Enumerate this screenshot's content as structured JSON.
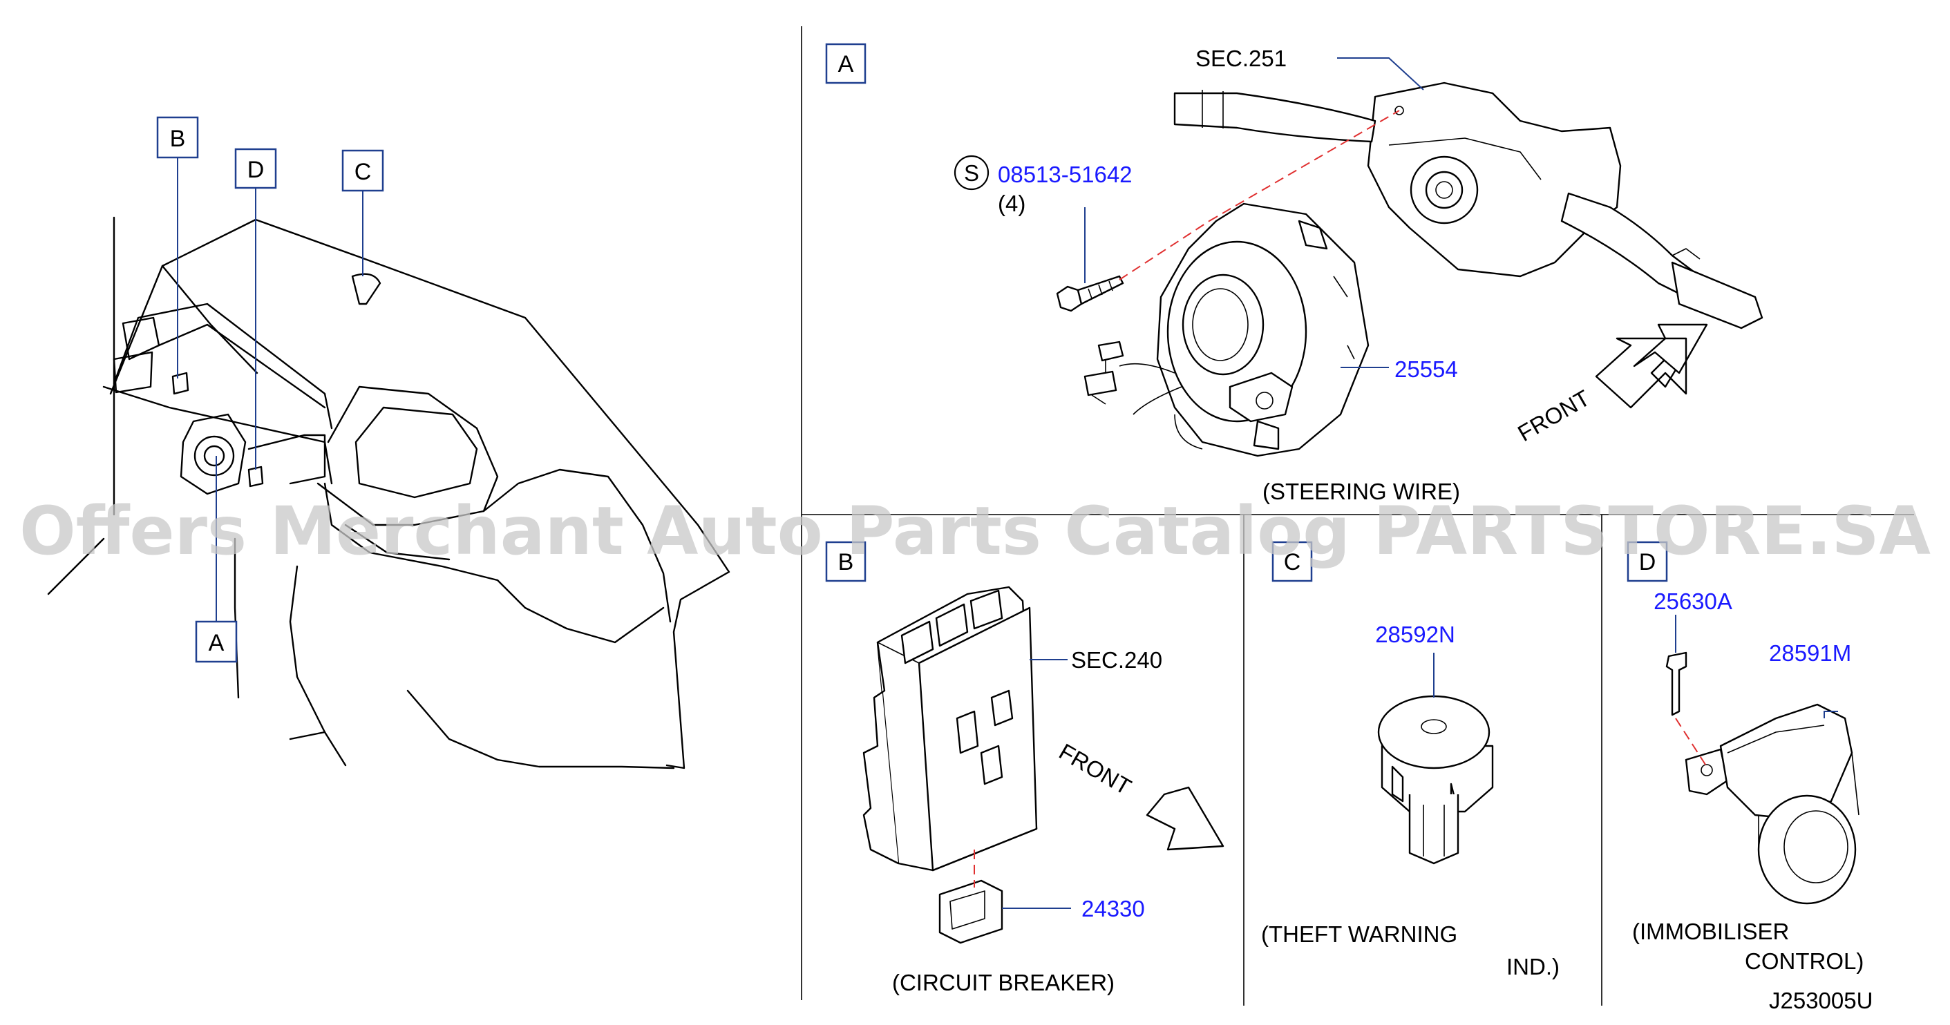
{
  "watermark": "Offers Merchant Auto Parts Catalog PARTSTORE.SA",
  "diagram_code": "J253005U",
  "overview": {
    "callouts": [
      "B",
      "D",
      "C",
      "A"
    ]
  },
  "panel_a": {
    "tag": "A",
    "sec_ref": "SEC.251",
    "screw_symbol": "S",
    "screw_part": "08513-51642",
    "screw_qty": "(4)",
    "clock_spring_part": "25554",
    "front_label": "FRONT",
    "caption": "(STEERING  WIRE)"
  },
  "panel_b": {
    "tag": "B",
    "sec_ref": "SEC.240",
    "front_label": "FRONT",
    "breaker_part": "24330",
    "caption": "(CIRCUIT  BREAKER)"
  },
  "panel_c": {
    "tag": "C",
    "indicator_part": "28592N",
    "caption_line1": "(THEFT  WARNING",
    "caption_line2": "IND.)"
  },
  "panel_d": {
    "tag": "D",
    "bolt_part": "25630A",
    "module_part": "28591M",
    "caption_line1": "(IMMOBILISER",
    "caption_line2": "CONTROL)"
  }
}
